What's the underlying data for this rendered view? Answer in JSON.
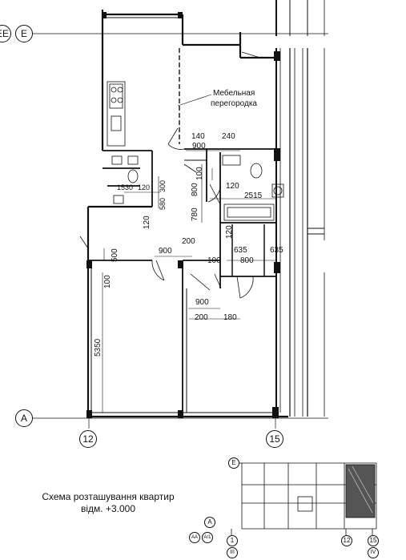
{
  "axes": {
    "top_left": "E",
    "top_left_partial": "EE",
    "left": "A",
    "bottom_12": "12",
    "bottom_15": "15"
  },
  "room_labels": {
    "partition_line1": "Мебельная",
    "partition_line2": "перегородка"
  },
  "dimensions": {
    "d140": "140",
    "d900_top": "900",
    "d240": "240",
    "d100_a": "100",
    "d1530": "1530",
    "d120_a": "120",
    "d300": "300",
    "d800_a": "800",
    "d120_b": "120",
    "d2515": "2515",
    "d580": "580",
    "d780": "780",
    "d120_c": "120",
    "d120_d": "120",
    "d500": "500",
    "d900_mid": "900",
    "d200_mid": "200",
    "d100_b": "100",
    "d635_a": "635",
    "d800_b": "800",
    "d635_b": "635",
    "d100_c": "100",
    "d900_low": "900",
    "d200_low": "200",
    "d180": "180",
    "d5350": "5350"
  },
  "caption": {
    "line1": "Схема розташування квартир",
    "line2": "відм. +3.000"
  },
  "key_plan": {
    "axis_E": "E",
    "axis_A": "A",
    "axis_AA": "AA",
    "axis_A1": "A/1",
    "col_1": "1",
    "col_III": "III",
    "col_12": "12",
    "col_15": "15",
    "col_IV": "IV"
  }
}
